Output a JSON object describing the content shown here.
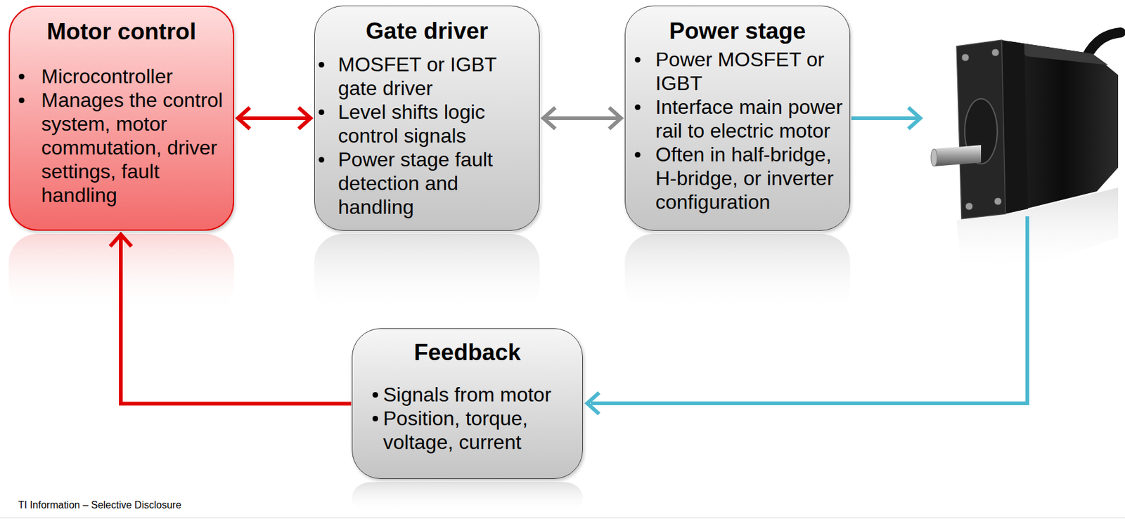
{
  "diagram": {
    "nodes": [
      {
        "text": [
          "Motor control",
          "Microcontroller",
          "Manages the control system, motor commutation, driver settings, fault handling"
        ]
      },
      {
        "text": [
          "Gate driver",
          "MOSFET or IGBT gate driver",
          "Level shifts logic control signals",
          "Power stage fault detection and handling"
        ]
      },
      {
        "text": [
          "Power stage",
          "Power MOSFET or IGBT",
          "Interface main power rail to electric motor",
          "Often in half-bridge, H-bridge, or inverter configuration"
        ]
      },
      {
        "text": [
          "Feedback",
          "Signals from motor",
          "Position, torque, voltage, current"
        ]
      }
    ],
    "edges": [
      {
        "from": 0,
        "to": 1,
        "arrow": "both"
      },
      {
        "from": 1,
        "to": 2,
        "arrow": "both"
      },
      {
        "from": 3,
        "to": 0,
        "arrow": "to"
      }
    ],
    "labels": [
      "TI Information – Selective Disclosure"
    ]
  }
}
